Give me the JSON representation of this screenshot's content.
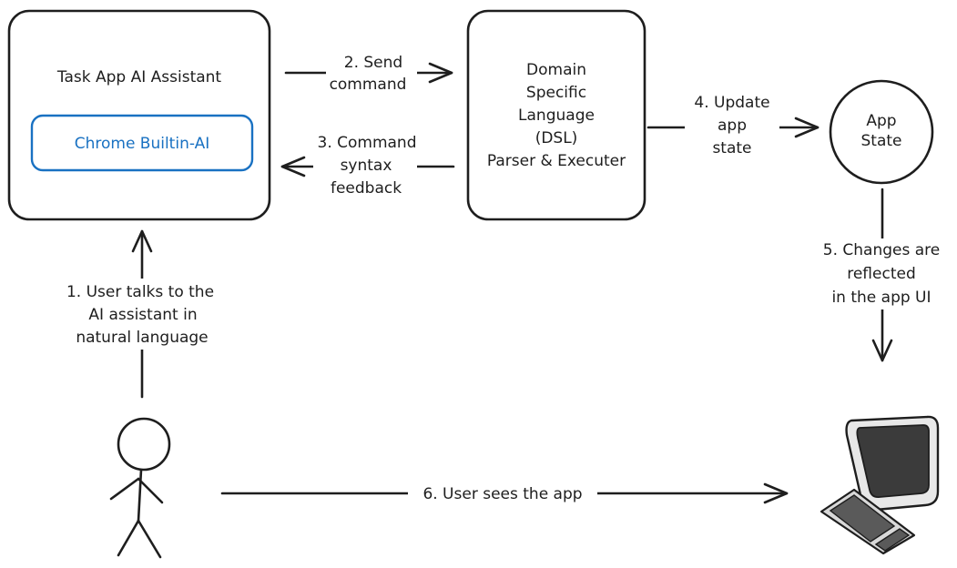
{
  "nodes": {
    "assistant": {
      "title": "Task App AI Assistant",
      "inner": "Chrome Builtin-AI"
    },
    "dsl": {
      "lines": [
        "Domain",
        "Specific",
        "Language",
        "(DSL)",
        "Parser & Executer"
      ]
    },
    "state": {
      "lines": [
        "App",
        "State"
      ]
    }
  },
  "edges": {
    "step1": {
      "lines": [
        "1. User talks to the",
        "AI assistant in",
        "natural language"
      ]
    },
    "step2": {
      "lines": [
        "2. Send",
        "command"
      ]
    },
    "step3": {
      "lines": [
        "3. Command",
        "syntax",
        "feedback"
      ]
    },
    "step4": {
      "lines": [
        "4. Update",
        "app",
        "state"
      ]
    },
    "step5": {
      "lines": [
        "5. Changes are",
        "reflected",
        "in the app UI"
      ]
    },
    "step6": {
      "text": "6. User sees the app"
    }
  },
  "colors": {
    "ink": "#1e1e1e",
    "accent_blue": "#1971c2",
    "monitor_screen": "#3b3b3b",
    "monitor_body": "#e8e8e8",
    "keyboard": "#5a5a5a"
  },
  "icons": {
    "user": "stick-figure-icon",
    "computer": "computer-icon"
  }
}
